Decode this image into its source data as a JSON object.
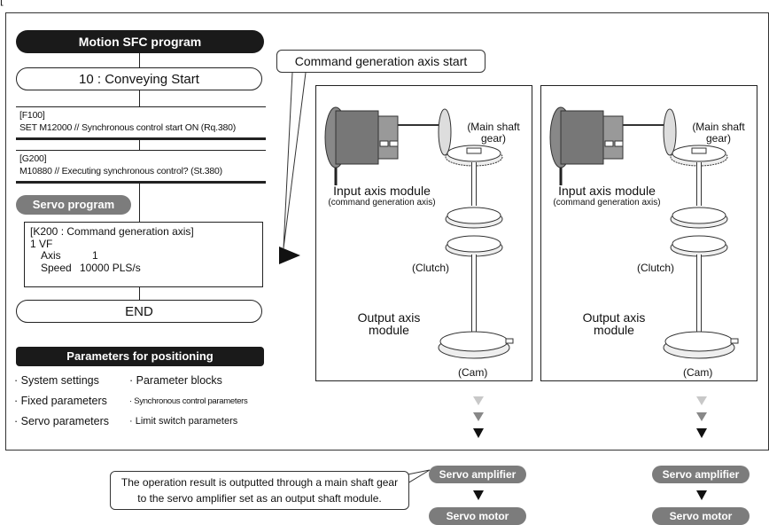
{
  "corner_mark": "[",
  "sfc": {
    "title": "Motion SFC program",
    "step_start": "10 : Conveying  Start",
    "f100_tag": "[F100]",
    "f100_text": "SET M12000 // Synchronous control start  ON (Rq.380)",
    "g200_tag": "[G200]",
    "g200_text": "M10880 // Executing synchronous control? (St.380)",
    "servo_title": "Servo program",
    "k200": "[K200 : Command generation axis]",
    "vf": "1  VF",
    "axis_label": "Axis",
    "axis_value": "1",
    "speed_label": "Speed",
    "speed_value": "10000  PLS/s",
    "end": "END"
  },
  "params": {
    "title": "Parameters for positioning",
    "items": [
      "· System settings",
      "· Parameter blocks",
      "· Fixed parameters",
      "· Synchronous control parameters",
      "· Servo parameters",
      "· Limit switch parameters"
    ]
  },
  "command_callout": "Command generation axis start",
  "panel_labels": {
    "main_shaft_line1": "(Main shaft",
    "main_shaft_line2": "gear)",
    "input_axis_line1": "Input axis module",
    "input_axis_line2": "(command generation axis)",
    "clutch": "(Clutch)",
    "output_axis_line1": "Output axis",
    "output_axis_line2": "module",
    "cam": "(Cam)"
  },
  "servo_amplifier": "Servo amplifier",
  "servo_motor": "Servo motor",
  "operation_note_line1": "The operation result is outputted through a main shaft gear",
  "operation_note_line2": "to the servo amplifier set as an output shaft module.",
  "colors": {
    "dark": "#1a1a1a",
    "gray_pill": "#7c7c7c",
    "arrow_light": "#c8c8c8",
    "arrow_mid": "#888888"
  }
}
